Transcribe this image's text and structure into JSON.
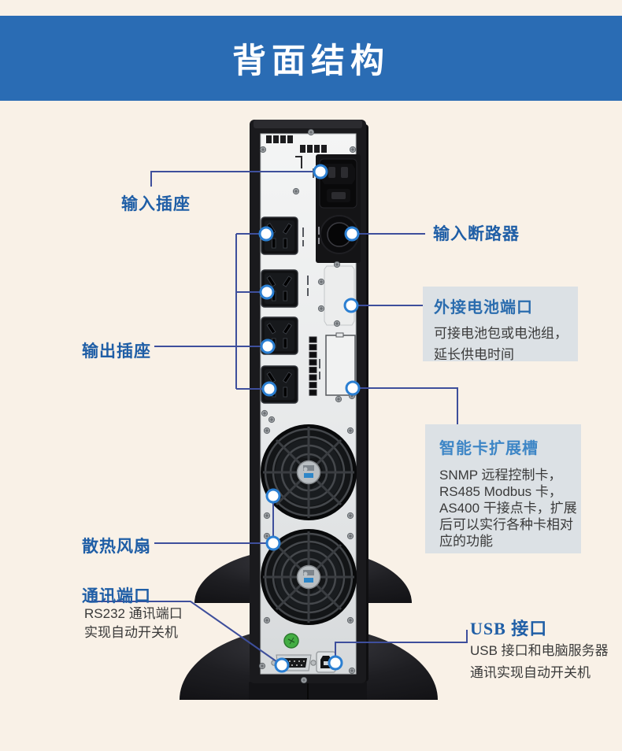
{
  "header": {
    "title": "背面结构"
  },
  "callouts": {
    "input_socket": {
      "label": "输入插座"
    },
    "output_socket": {
      "label": "输出插座"
    },
    "cooling_fan": {
      "label": "散热风扇"
    },
    "comm_port": {
      "title": "通讯端口",
      "desc": [
        "RS232 通讯端口",
        "实现自动开关机"
      ]
    },
    "input_breaker": {
      "label": "输入断路器"
    },
    "battery_port": {
      "title": "外接电池端口",
      "desc": [
        "可接电池包或电池组，",
        "延长供电时间"
      ]
    },
    "smart_card_slot": {
      "title": "智能卡扩展槽",
      "desc": [
        "SNMP 远程控制卡，",
        "RS485 Modbus 卡，",
        "AS400 干接点卡，扩展",
        "后可以实行各种卡相对",
        "应的功能"
      ]
    },
    "usb_port": {
      "title": "USB 接口",
      "desc": [
        "USB 接口和电脑服务器",
        "通讯实现自动开关机"
      ]
    }
  },
  "colors": {
    "background": "#f9f1e7",
    "header_bg": "#2a6cb4",
    "label_blue": "#1f5ea6",
    "box_title_blue": "#2a6cae",
    "box_title_light_blue": "#3e86c6",
    "info_box_bg": "#dce1e5",
    "callout_line": "#3e4f9c",
    "dot_ring": "#2b7fd2",
    "body_text": "#3a3a3a"
  }
}
